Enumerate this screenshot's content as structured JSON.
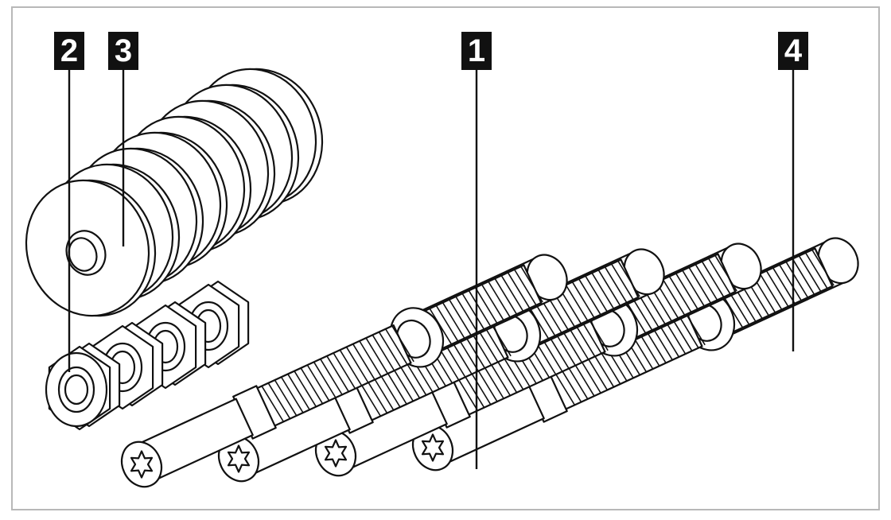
{
  "callouts": [
    {
      "id": "2",
      "label": "2",
      "target": "nut"
    },
    {
      "id": "3",
      "label": "3",
      "target": "washer"
    },
    {
      "id": "1",
      "label": "1",
      "target": "anchor-rod"
    },
    {
      "id": "4",
      "label": "4",
      "target": "threaded-section"
    }
  ],
  "colors": {
    "line": "#111111",
    "part_fill": "#ffffff",
    "frame": "#b8b8b8",
    "callout_bg": "#111111",
    "callout_text": "#ffffff"
  },
  "parts": {
    "washer_count": 8,
    "nut_count": 4,
    "rod_count": 4
  }
}
